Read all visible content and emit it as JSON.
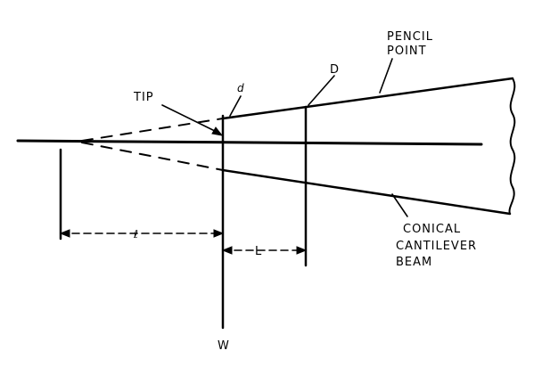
{
  "labels": {
    "pencil_point": [
      "PENCIL",
      "POINT"
    ],
    "conical_beam": [
      "CONICAL",
      "CANTILEVER",
      "BEAM"
    ],
    "tip": "TIP",
    "tip_diameter": "d",
    "section_diameter": "D",
    "length_tip_to_apex": "ℓ",
    "length_tip_to_section": "L",
    "load": "W"
  },
  "colors": {
    "ink": "#000000",
    "background": "#ffffff"
  }
}
